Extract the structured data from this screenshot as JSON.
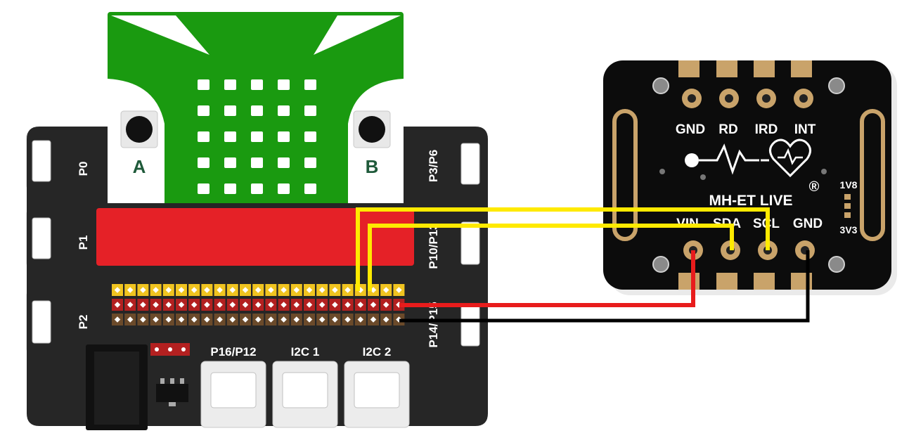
{
  "microbit": {
    "button_a": "A",
    "button_b": "B"
  },
  "expansion_board": {
    "ports_left": [
      "P0",
      "P1",
      "P2"
    ],
    "ports_right": [
      "P3/P6",
      "P10/P13",
      "P14/P15"
    ],
    "ports_bottom": [
      "P16/P12",
      "I2C 1",
      "I2C 2"
    ]
  },
  "sensor": {
    "top_pins": [
      "GND",
      "RD",
      "IRD",
      "INT"
    ],
    "brand": "MH-ET LIVE",
    "registered": "®",
    "bottom_pins": [
      "VIN",
      "SDA",
      "SCL",
      "GND"
    ],
    "voltage_1v8": "1V8",
    "voltage_3v3": "3V3"
  },
  "colors": {
    "board": "#262626",
    "microbit_green": "#1a9a10",
    "led_strip": "#e52127",
    "pin_yellow": "#f0c420",
    "pin_red": "#b32020",
    "pin_brown": "#6b4a2a",
    "wire_yellow": "#ffea00",
    "wire_red": "#e81c1c",
    "wire_black": "#000000"
  }
}
